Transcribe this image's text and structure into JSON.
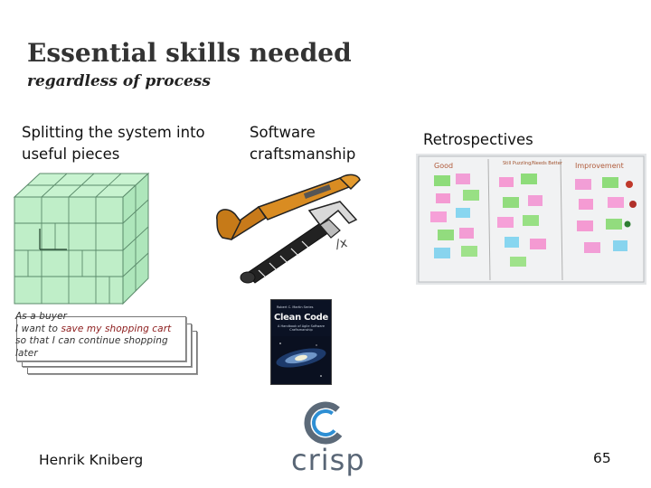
{
  "slide": {
    "title": "Essential skills needed",
    "subtitle": "regardless of process",
    "columns": [
      {
        "label_line1": "Splitting the system into",
        "label_line2": "useful pieces"
      },
      {
        "label_line1": "Software",
        "label_line2": "craftsmanship"
      },
      {
        "label_line1": "Retrospectives",
        "label_line2": ""
      }
    ],
    "user_story": {
      "line1": "As a buyer",
      "line2_prefix": "I want to ",
      "line2_highlight": "save my shopping cart",
      "line3": "so that I can continue shopping",
      "line4": "later"
    },
    "book": {
      "author": "Robert C. Martin Series",
      "title": "Clean Code",
      "subtitle": "A Handbook of Agile Software Craftsmanship"
    },
    "board": {
      "headings": [
        "Good",
        "Still Puzzling/Needs Better",
        "Improvement"
      ]
    },
    "author": "Henrik Kniberg",
    "logo_text": "crisp",
    "page_number": "65",
    "colors": {
      "title": "#333333",
      "highlight": "#8b1a1a",
      "logo": "#596676",
      "cube": "#bff0c8"
    }
  }
}
